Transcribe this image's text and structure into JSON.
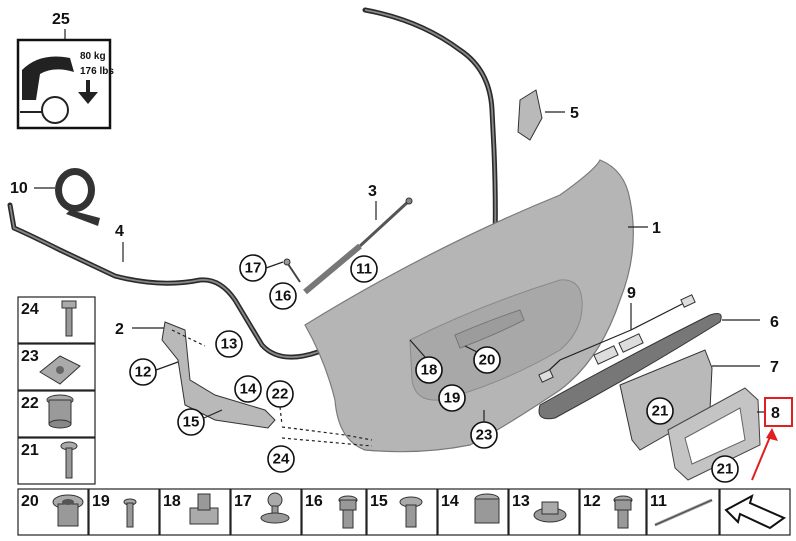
{
  "callouts": {
    "c1": "1",
    "c2": "2",
    "c3": "3",
    "c4": "4",
    "c5": "5",
    "c6": "6",
    "c7": "7",
    "c8": "8",
    "c9": "9",
    "c10": "10",
    "c11": "11",
    "c12": "12",
    "c13": "13",
    "c14": "14",
    "c15": "15",
    "c16": "16",
    "c17": "17",
    "c18": "18",
    "c19": "19",
    "c20": "20",
    "c21a": "21",
    "c21b": "21",
    "c22": "22",
    "c23": "23",
    "c24": "24",
    "c25": "25"
  },
  "load_label": {
    "kg": "80 kg",
    "lbs": "176 lbs"
  },
  "side_table": [
    {
      "num": "24",
      "icon": "screw-icon"
    },
    {
      "num": "23",
      "icon": "clip-nut-icon"
    },
    {
      "num": "22",
      "icon": "bushing-icon"
    },
    {
      "num": "21",
      "icon": "screw-icon"
    }
  ],
  "bottom_row": [
    {
      "num": "20",
      "icon": "expansion-nut-icon"
    },
    {
      "num": "19",
      "icon": "rivet-icon"
    },
    {
      "num": "18",
      "icon": "plastic-clip-icon"
    },
    {
      "num": "17",
      "icon": "ball-stud-icon"
    },
    {
      "num": "16",
      "icon": "hex-socket-bolt-icon"
    },
    {
      "num": "15",
      "icon": "torx-screw-icon"
    },
    {
      "num": "14",
      "icon": "rubber-buffer-icon"
    },
    {
      "num": "13",
      "icon": "flange-nut-icon"
    },
    {
      "num": "12",
      "icon": "hex-socket-bolt-icon"
    },
    {
      "num": "11",
      "icon": "pin-icon"
    },
    {
      "num": "",
      "icon": "arrow-icon"
    }
  ],
  "colors": {
    "highlight": "#e02020",
    "part_gray": "#b9b9b9"
  }
}
